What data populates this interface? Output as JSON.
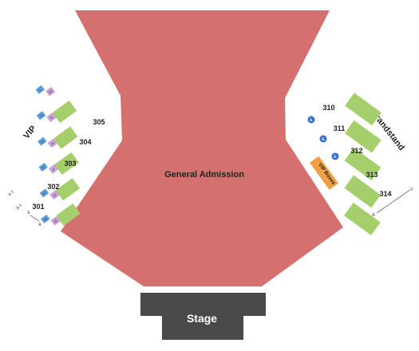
{
  "colors": {
    "ga": "#d4716e",
    "stage": "#4a4a4a",
    "section": "#a5cf6a",
    "blue": "#5b9bd6",
    "purple": "#c9a0d4",
    "orange": "#f0a040",
    "ada": "#2f6fd0"
  },
  "general_admission": {
    "label": "General Admission"
  },
  "stage": {
    "label": "Stage"
  },
  "vip": {
    "label": "VIP",
    "sections": [
      {
        "label": "301"
      },
      {
        "label": "302"
      },
      {
        "label": "303"
      },
      {
        "label": "304"
      },
      {
        "label": "305"
      }
    ],
    "row_labels": [
      "A",
      "B",
      "C",
      "D",
      "E",
      "F",
      "G",
      "H",
      "J",
      "K",
      "L",
      "M"
    ],
    "corner_labels": [
      "A-1",
      "A-1",
      "E",
      "A"
    ]
  },
  "grandstand": {
    "label": "Grandstand",
    "sections": [
      {
        "label": "310",
        "accessible": true
      },
      {
        "label": "311",
        "accessible": true
      },
      {
        "label": "312",
        "accessible": true
      },
      {
        "label": "313",
        "accessible": false
      },
      {
        "label": "314",
        "accessible": false
      }
    ],
    "row_range": [
      "A",
      "V"
    ],
    "accessible_icon": "wheelchair-icon"
  },
  "vip_boxes": {
    "label": "VIP Boxes"
  }
}
